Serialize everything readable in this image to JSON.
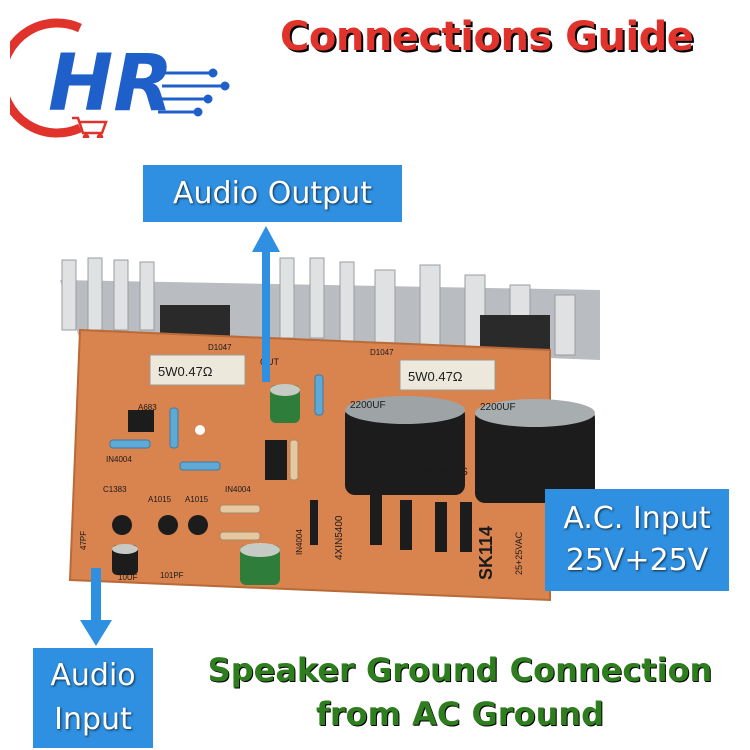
{
  "header": {
    "title": "Connections Guide"
  },
  "logo": {
    "text": "HR"
  },
  "labels": {
    "audio_output": "Audio Output",
    "ac_input_line1": "A.C. Input",
    "ac_input_line2": "25V+25V",
    "audio_input_line1": "Audio",
    "audio_input_line2": "Input"
  },
  "note": {
    "line1": "Speaker Ground Connection",
    "line2": "from AC Ground"
  },
  "board": {
    "resistor_left": "5W0.47Ω",
    "resistor_right": "5W0.47Ω",
    "cap_left": "2200UF",
    "cap_right": "2200UF",
    "diode_label_1": "D1047",
    "diode_label_2": "D1047",
    "model": "SK114",
    "rectifier": "4XIN5400",
    "ac_marking": "25+25VAC",
    "transistor_a683": "A683",
    "in4004_1": "IN4004",
    "in4004_2": "IN4004",
    "in4004_3": "IN4004",
    "c1383": "C1383",
    "a1015_1": "A1015",
    "a1015_2": "A1015",
    "cap_101pf": "101PF",
    "cap_47pf": "47PF",
    "cap_10uf": "10UF",
    "out_mark": "OUT",
    "brand_partial": "RONICS"
  },
  "colors": {
    "title_red": "#e0332b",
    "label_blue": "#2f8fe0",
    "note_green": "#2e7d1e",
    "pcb_orange": "#d9834e",
    "arrow_blue": "#2f8fe0"
  }
}
